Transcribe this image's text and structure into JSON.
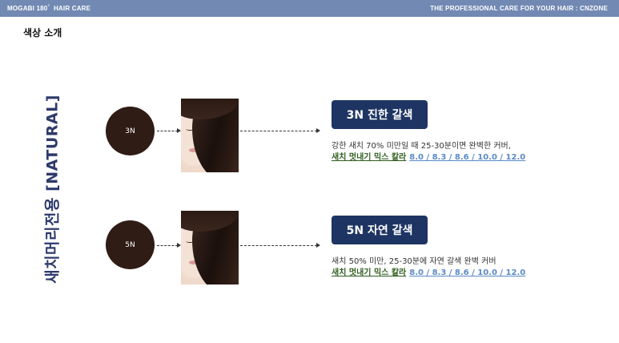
{
  "header": {
    "left": "MOGABI 180",
    "left_degree": "°",
    "left_suffix": "HAIR CARE",
    "right": "THE PROFESSIONAL CARE FOR YOUR HAIR : CNZONE"
  },
  "section_title": "색상 소개",
  "side_label": "새치머리전용 [NATURAL]",
  "colors": {
    "header_bg": "#7289b4",
    "badge_bg": "#1e3563",
    "swatch": "#2f1c14",
    "mix_label": "#2f5e1f",
    "mix_values": "#5b8ac6"
  },
  "rows": [
    {
      "swatch_label": "3N",
      "badge": "3N 진한 갈색",
      "description": "강한 새치 70% 미만일 때 25-30분이면 완벽한 커버,",
      "mix_label": "새치 멋내기 믹스 칼라",
      "mix_values": "8.0 / 8.3 / 8.6 / 10.0 / 12.0"
    },
    {
      "swatch_label": "5N",
      "badge": "5N 자연 갈색",
      "description": "새치 50% 미만, 25-30분에 자연 갈색 완벽 커버",
      "mix_label": "새치 멋내기 믹스 칼라",
      "mix_values": "8.0 / 8.3 / 8.6 / 10.0 / 12.0"
    }
  ]
}
